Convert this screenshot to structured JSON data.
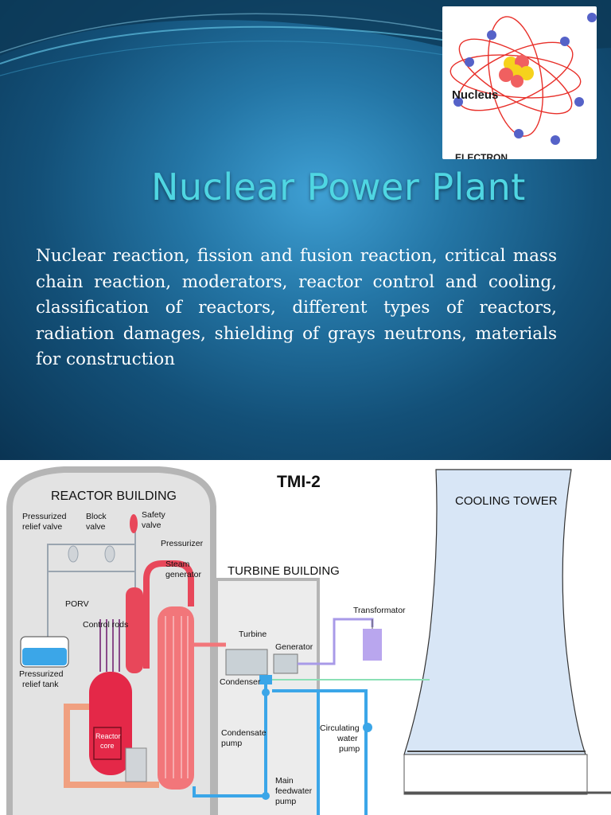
{
  "slide": {
    "title": "Nuclear Power Plant",
    "body": "Nuclear reaction, fission and fusion reaction, critical mass chain reaction, moderators, reactor control and cooling, classification of reactors, different types of reactors, radiation damages, shielding of grays neutrons, materials for construction"
  },
  "atom_image": {
    "nucleus_label": "Nucleus",
    "electron_label": "ELECTRON"
  },
  "diagram": {
    "title": "TMI-2",
    "reactor_building": "REACTOR BUILDING",
    "turbine_building": "TURBINE BUILDING",
    "cooling_tower": "COOLING TOWER",
    "labels": {
      "pressurized_relief_valve_1": "Pressurized",
      "pressurized_relief_valve_2": "relief valve",
      "block_valve_1": "Block",
      "block_valve_2": "valve",
      "safety_valve_1": "Safety",
      "safety_valve_2": "valve",
      "pressurizer": "Pressurizer",
      "steam_generator_1": "Steam",
      "steam_generator_2": "generator",
      "porv": "PORV",
      "control_rods": "Control rods",
      "pressurized_relief_tank_1": "Pressurized",
      "pressurized_relief_tank_2": "relief tank",
      "reactor_core_1": "Reactor",
      "reactor_core_2": "core",
      "turbine": "Turbine",
      "generator": "Generator",
      "transformator": "Transformator",
      "condenser": "Condenser",
      "condensate_pump_1": "Condensate",
      "condensate_pump_2": "pump",
      "circulating_pump_1": "Circulating",
      "circulating_pump_2": "water",
      "circulating_pump_3": "pump",
      "main_feedwater_pump_1": "Main",
      "main_feedwater_pump_2": "feedwater",
      "main_feedwater_pump_3": "pump"
    }
  }
}
